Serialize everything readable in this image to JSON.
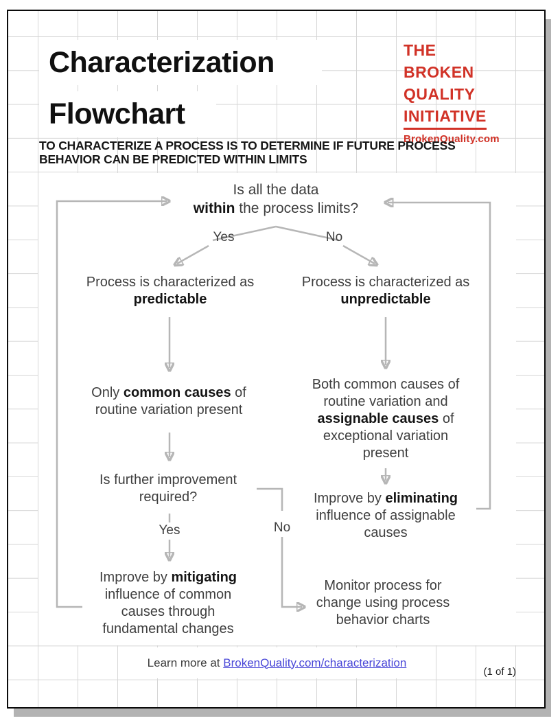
{
  "page": {
    "title_line1": "Characterization",
    "title_line2": "Flowchart",
    "subtitle": "TO CHARACTERIZE A PROCESS IS TO DETERMINE IF FUTURE PROCESS BEHAVIOR CAN BE PREDICTED WITHIN LIMITS",
    "page_number": "(1 of 1)"
  },
  "logo": {
    "lines": [
      "THE",
      "BROKEN",
      "QUALITY",
      "INITIATIVE"
    ],
    "website": "BrokenQuality.com",
    "color": "#d13227"
  },
  "flowchart": {
    "nodes": {
      "question_limits": [
        "Is all the data",
        "**within** the process limits?"
      ],
      "predictable": [
        "Process is characterized as",
        "**predictable**"
      ],
      "unpredictable": [
        "Process is characterized as",
        "**unpredictable**"
      ],
      "common_causes": [
        "Only **common causes** of",
        "routine variation present"
      ],
      "both_causes": [
        "Both common causes of",
        "routine variation and",
        "**assignable causes** of",
        "exceptional variation",
        "present"
      ],
      "question_improvement": [
        "Is further improvement",
        "required?"
      ],
      "mitigating": [
        "Improve by **mitigating**",
        "influence of common",
        "causes through",
        "fundamental changes"
      ],
      "eliminating": [
        "Improve by **eliminating**",
        "influence of assignable",
        "causes"
      ],
      "monitor": [
        "Monitor process for",
        "change using process",
        "behavior charts"
      ]
    },
    "labels": {
      "yes_top": "Yes",
      "no_top": "No",
      "yes_bottom": "Yes",
      "no_bottom": "No"
    },
    "line_color": "#b6b6b6",
    "arrowhead_color": "#aeaeae",
    "text_color": "#3f3f3f",
    "bold_text_color": "#141414",
    "grid_color": "#d6d6d6"
  },
  "footer": {
    "prefix": "Learn more at ",
    "link": "BrokenQuality.com/characterization",
    "link_color": "#4a48d8"
  }
}
